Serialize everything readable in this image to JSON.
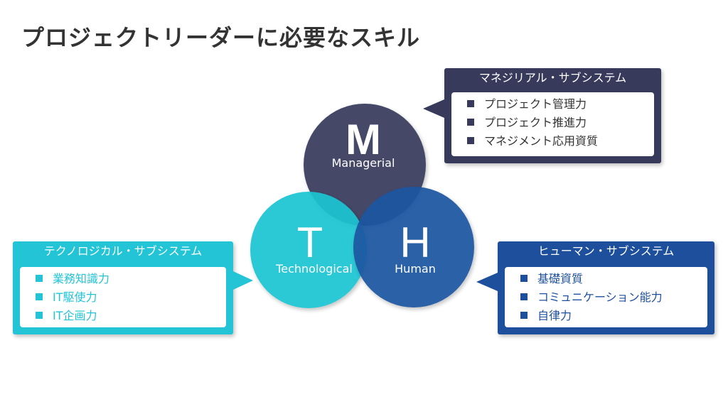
{
  "title": "プロジェクトリーダーに必要なスキル",
  "circles": {
    "m": {
      "letter": "M",
      "label": "Managerial",
      "color": "#373a5b"
    },
    "t": {
      "letter": "T",
      "label": "Technological",
      "color": "#1fc4d3"
    },
    "h": {
      "letter": "H",
      "label": "Human",
      "color": "#1f56a1"
    }
  },
  "callouts": {
    "m": {
      "title": "マネジリアル・サブシステム",
      "color": "#373a5b",
      "items": [
        "プロジェクト管理力",
        "プロジェクト推進力",
        "マネジメント応用資質"
      ]
    },
    "t": {
      "title": "テクノロジカル・サブシステム",
      "color": "#22c4d6",
      "items": [
        "業務知識力",
        "IT駆使力",
        "IT企画力"
      ]
    },
    "h": {
      "title": "ヒューマン・サブシステム",
      "color": "#1e4f9c",
      "items": [
        "基礎資質",
        "コミュニケーション能力",
        "自律力"
      ]
    }
  }
}
